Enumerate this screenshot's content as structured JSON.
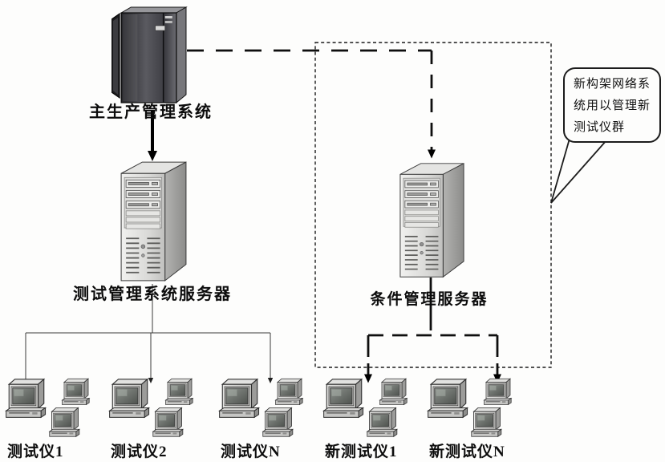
{
  "diagram": {
    "colors": {
      "background": "#fdfdfc",
      "line": "#111111",
      "text": "#0c0c0c"
    },
    "nodes": {
      "main_system": {
        "label": "主生产管理系统"
      },
      "test_server": {
        "label": "测试管理系统服务器"
      },
      "condition_server": {
        "label": "条件管理服务器"
      }
    },
    "callout": {
      "full_text": "新构架网络系统用以管理新测试仪群",
      "lines": [
        "新构架网络系",
        "统用以管理新",
        "测试仪群"
      ]
    },
    "groups": [
      {
        "label": "测试仪1"
      },
      {
        "label": "测试仪2"
      },
      {
        "label": "测试仪N"
      },
      {
        "label": "新测试仪1"
      },
      {
        "label": "新测试仪N"
      }
    ]
  }
}
